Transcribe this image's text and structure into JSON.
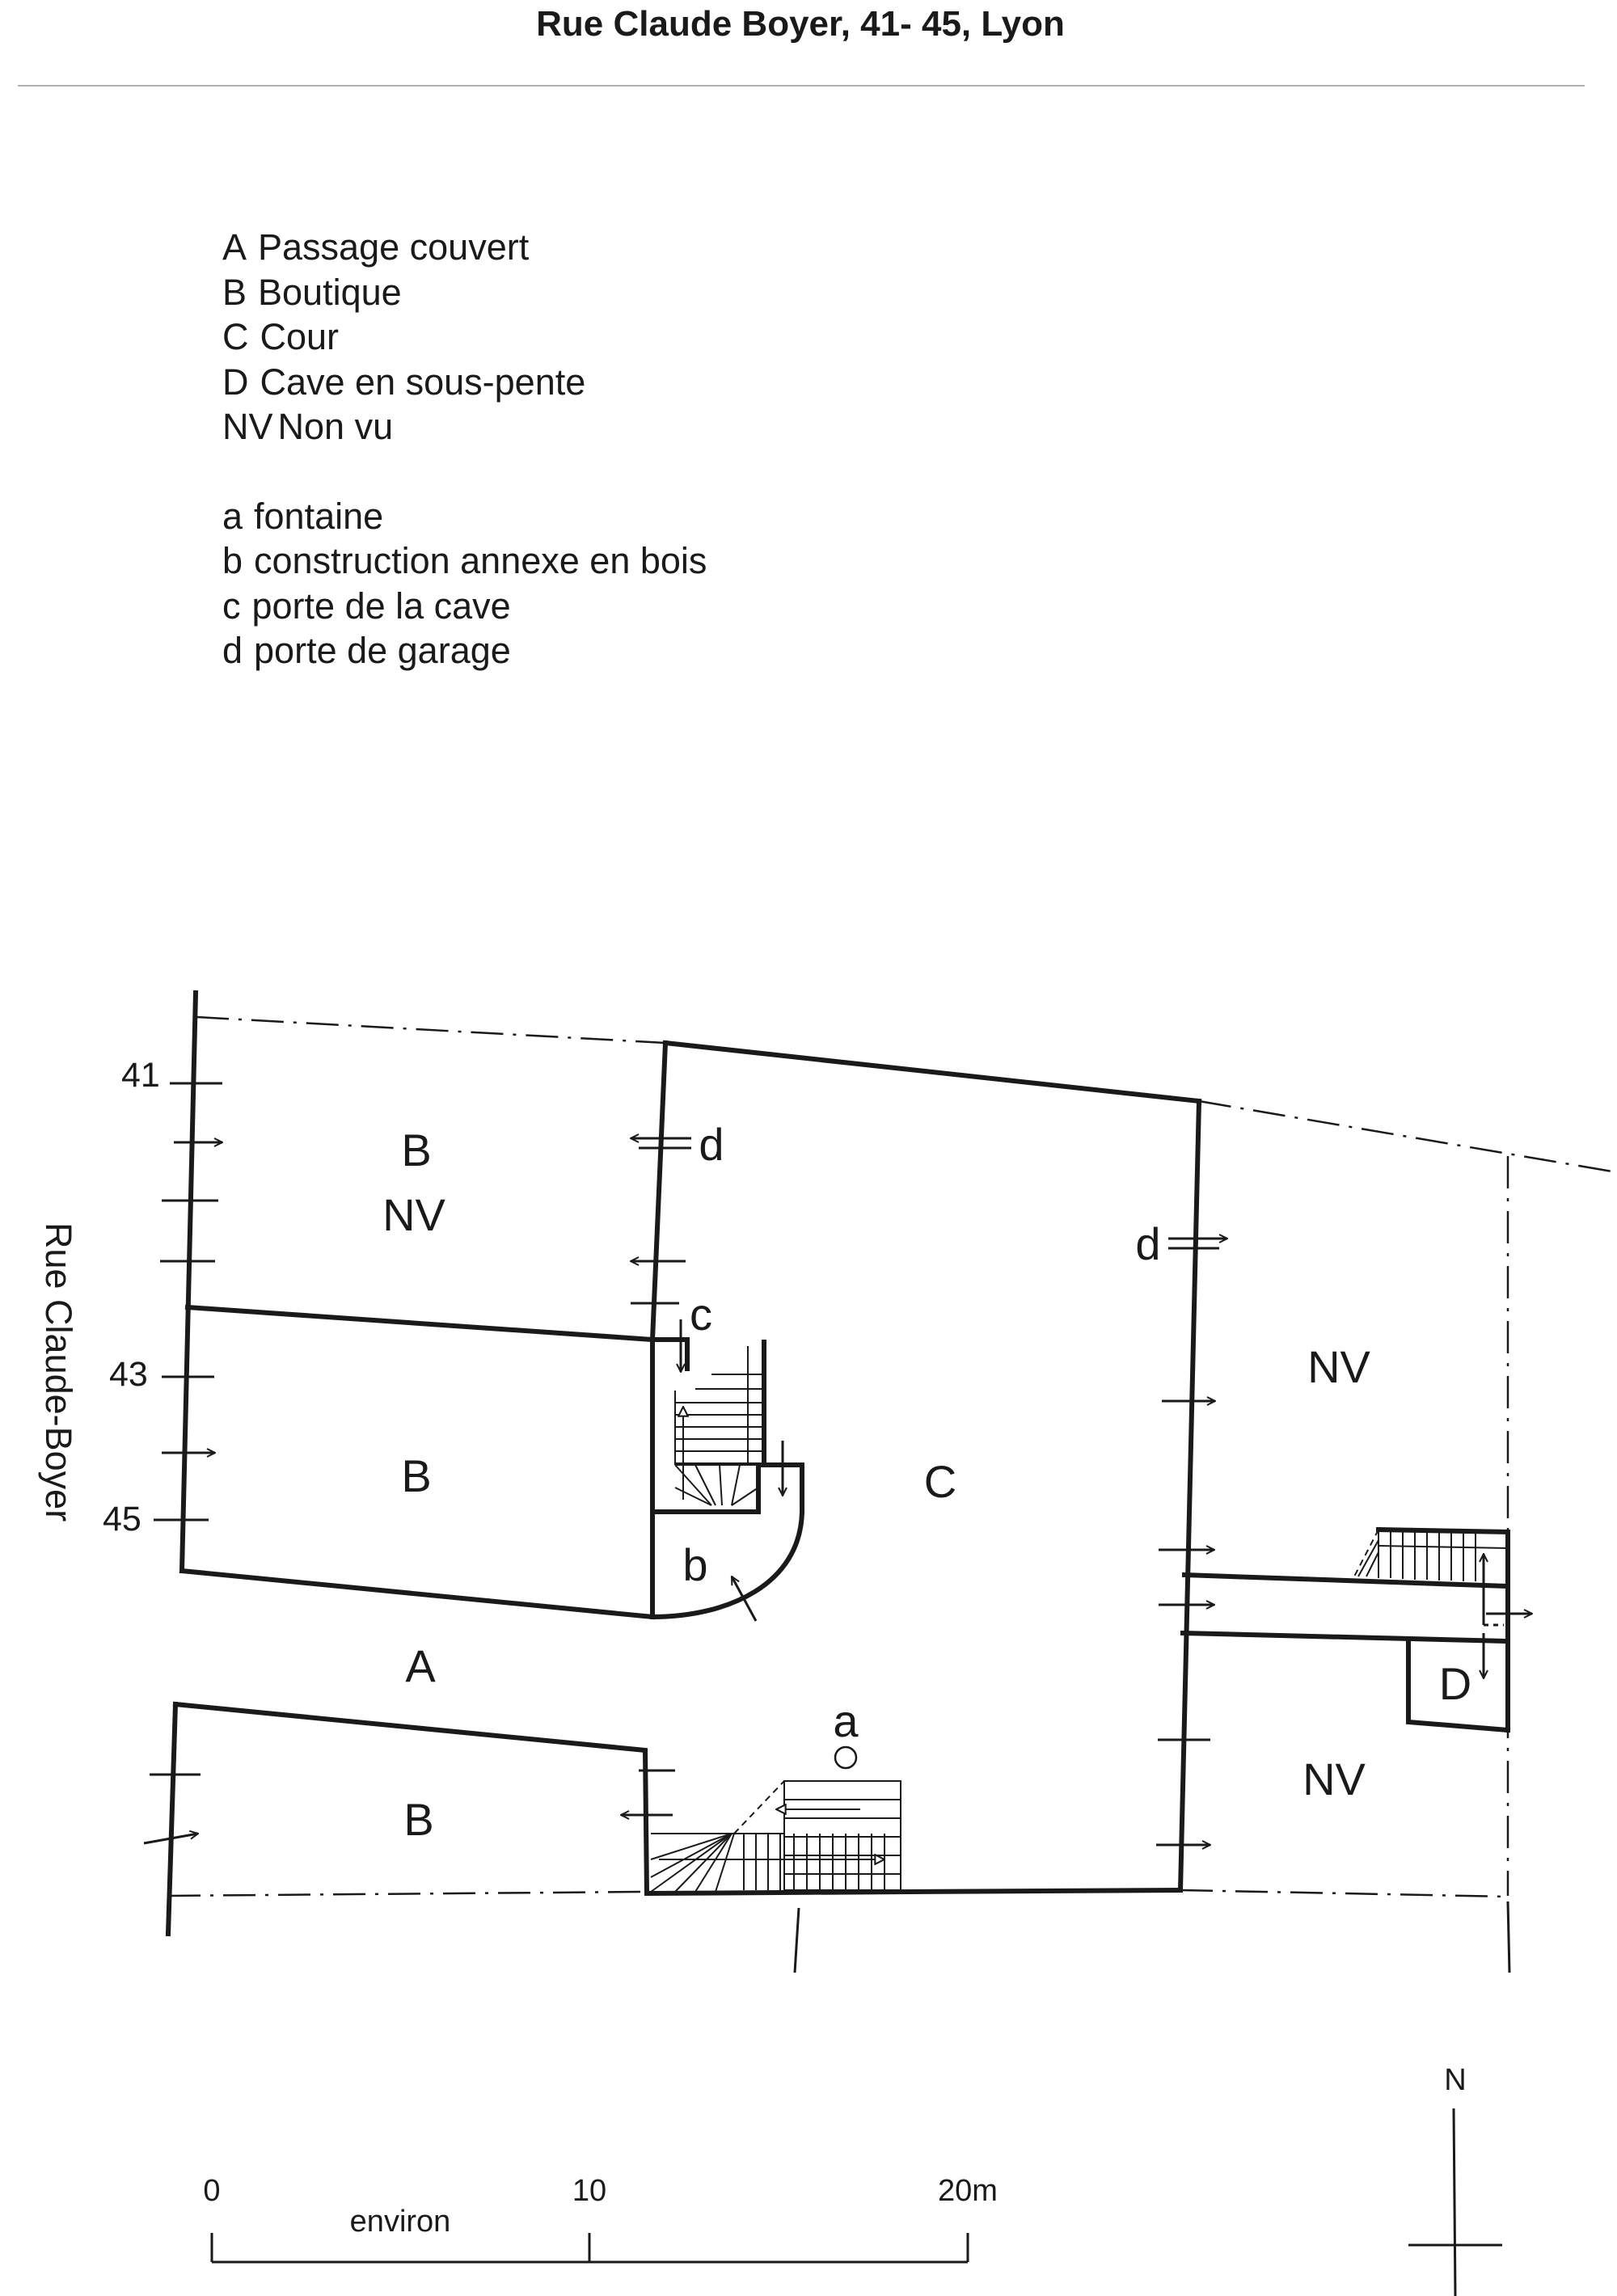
{
  "title": "Rue Claude Boyer, 41- 45, Lyon",
  "legend": {
    "spaces": [
      {
        "key": "A",
        "label": "Passage couvert"
      },
      {
        "key": "B",
        "label": "Boutique"
      },
      {
        "key": "C",
        "label": "Cour"
      },
      {
        "key": "D",
        "label": "Cave en sous-pente"
      },
      {
        "key": "NV",
        "label": "Non vu"
      }
    ],
    "features": [
      {
        "key": "a",
        "label": "fontaine"
      },
      {
        "key": "b",
        "label": "construction annexe en bois"
      },
      {
        "key": "c",
        "label": "porte de la cave"
      },
      {
        "key": "d",
        "label": "porte de garage"
      }
    ]
  },
  "plan": {
    "street_name": "Rue Claude-Boyer",
    "house_numbers": [
      "41",
      "43",
      "45"
    ],
    "space_labels": {
      "B": "B",
      "NV": "NV",
      "C": "C",
      "A": "A",
      "D": "D",
      "a": "a",
      "b": "b",
      "c": "c",
      "d": "d"
    }
  },
  "scale_bar": {
    "ticks": [
      "0",
      "10",
      "20m"
    ],
    "caption": "environ"
  },
  "north": "N"
}
